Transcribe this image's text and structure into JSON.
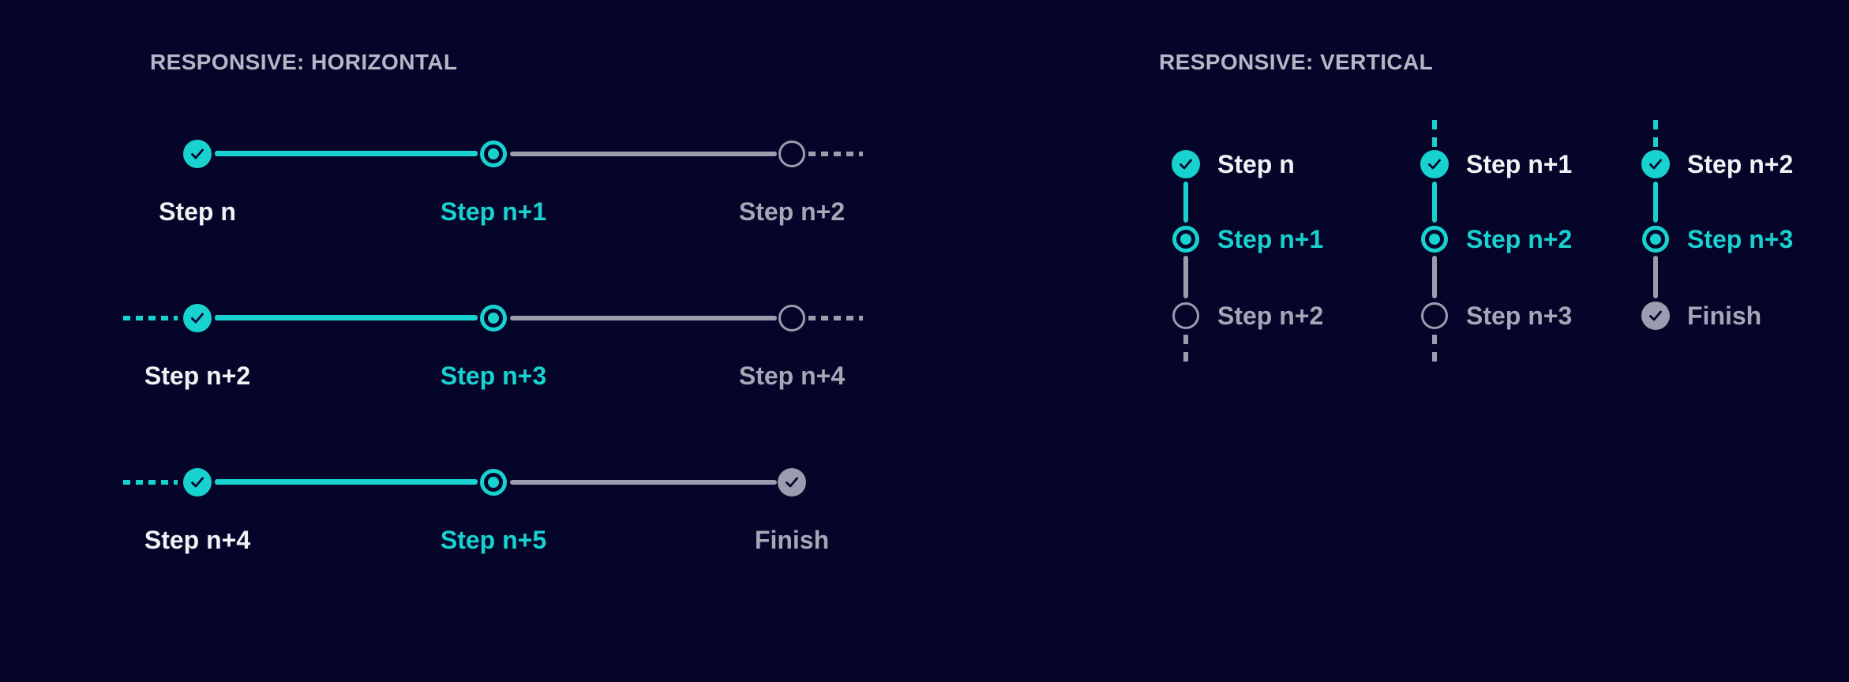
{
  "colors": {
    "bg": "#05052a",
    "accent_teal": "#18d2cf",
    "neutral_gray": "#9b9dae",
    "label_white": "#f2f2f5",
    "label_gray": "#a5a7b6",
    "heading_gray": "#b6b7c6",
    "check_dark": "#06062c"
  },
  "horizontal": {
    "title": "RESPONSIVE: HORIZONTAL",
    "rows": [
      {
        "lead_dash": false,
        "trail_dash": true,
        "steps": [
          {
            "label": "Step n",
            "state": "done"
          },
          {
            "label": "Step n+1",
            "state": "current"
          },
          {
            "label": "Step n+2",
            "state": "open"
          }
        ]
      },
      {
        "lead_dash": true,
        "trail_dash": true,
        "steps": [
          {
            "label": "Step n+2",
            "state": "done"
          },
          {
            "label": "Step n+3",
            "state": "current"
          },
          {
            "label": "Step n+4",
            "state": "open"
          }
        ]
      },
      {
        "lead_dash": true,
        "trail_dash": false,
        "steps": [
          {
            "label": "Step n+4",
            "state": "done"
          },
          {
            "label": "Step n+5",
            "state": "current"
          },
          {
            "label": "Finish",
            "state": "finished"
          }
        ]
      }
    ]
  },
  "vertical": {
    "title": "RESPONSIVE: VERTICAL",
    "columns": [
      {
        "top_dash": false,
        "bottom_dash": true,
        "steps": [
          {
            "label": "Step n",
            "state": "done"
          },
          {
            "label": "Step n+1",
            "state": "current"
          },
          {
            "label": "Step n+2",
            "state": "open"
          }
        ]
      },
      {
        "top_dash": true,
        "bottom_dash": true,
        "steps": [
          {
            "label": "Step n+1",
            "state": "done"
          },
          {
            "label": "Step n+2",
            "state": "current"
          },
          {
            "label": "Step n+3",
            "state": "open"
          }
        ]
      },
      {
        "top_dash": true,
        "bottom_dash": false,
        "steps": [
          {
            "label": "Step n+2",
            "state": "done"
          },
          {
            "label": "Step n+3",
            "state": "current"
          },
          {
            "label": "Finish",
            "state": "finished"
          }
        ]
      }
    ]
  }
}
